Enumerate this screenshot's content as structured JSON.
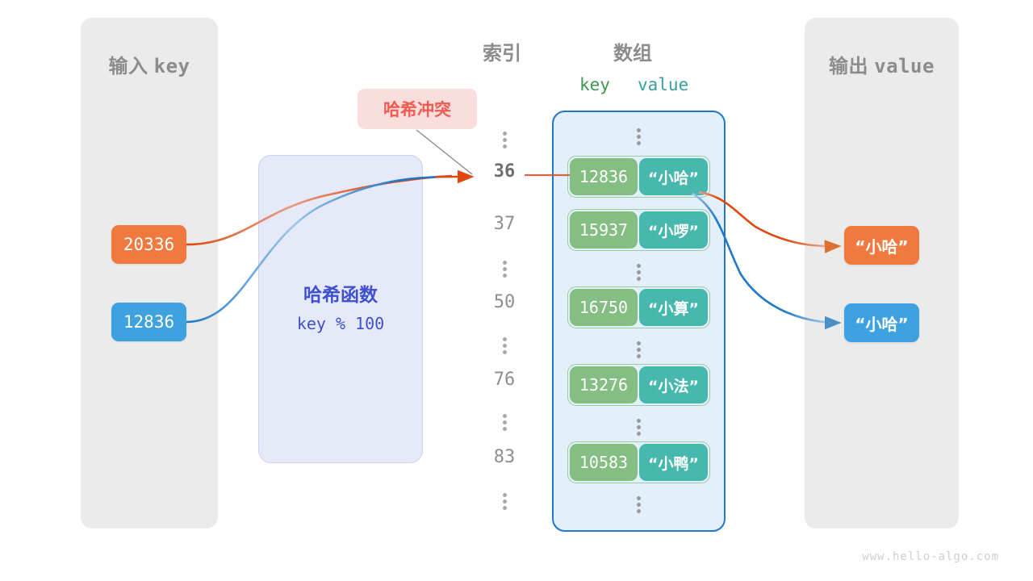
{
  "panels": {
    "input": {
      "title_cjk": "输入",
      "title_mono": "key"
    },
    "output": {
      "title_cjk": "输出",
      "title_mono": "value"
    }
  },
  "headings": {
    "index": "索引",
    "array": "数组",
    "key": "key",
    "value": "value"
  },
  "hash_function": {
    "title": "哈希函数",
    "expression": "key % 100"
  },
  "collision": {
    "label": "哈希冲突"
  },
  "input_keys": [
    {
      "value": "20336",
      "color": "#f0793f"
    },
    {
      "value": "12836",
      "color": "#3fa2e0"
    }
  ],
  "output_values": [
    {
      "value": "“小哈”",
      "color": "#f0793f"
    },
    {
      "value": "“小哈”",
      "color": "#3fa2e0"
    }
  ],
  "index_column": [
    {
      "type": "dots"
    },
    {
      "type": "index",
      "label": "36",
      "active": true
    },
    {
      "type": "index",
      "label": "37",
      "active": false
    },
    {
      "type": "dots"
    },
    {
      "type": "index",
      "label": "50",
      "active": false
    },
    {
      "type": "dots"
    },
    {
      "type": "index",
      "label": "76",
      "active": false
    },
    {
      "type": "dots"
    },
    {
      "type": "index",
      "label": "83",
      "active": false
    },
    {
      "type": "dots"
    }
  ],
  "buckets": [
    {
      "key": "12836",
      "value": "“小哈”"
    },
    {
      "key": "15937",
      "value": "“小啰”"
    },
    {
      "key": "16750",
      "value": "“小算”"
    },
    {
      "key": "13276",
      "value": "“小法”"
    },
    {
      "key": "10583",
      "value": "“小鸭”"
    }
  ],
  "colors": {
    "panel_bg": "#ebebeb",
    "panel_title": "#8c8c8c",
    "hash_bg": "#e6e9f8",
    "hash_text": "#3f51cf",
    "collision_bg": "#fadedd",
    "collision_text": "#ef5b50",
    "array_bg": "#e3f0fb",
    "array_border": "#1f78c8",
    "key_cell": "#84be83",
    "value_cell": "#47b8ae",
    "bucket_border": "#9dcb9b",
    "key_label": "#3f9950",
    "value_label": "#3b9e9e",
    "wire_orange": "#e0480f",
    "wire_blue": "#1f78c8",
    "leader_line": "#808080"
  },
  "watermark": "www.hello-algo.com"
}
